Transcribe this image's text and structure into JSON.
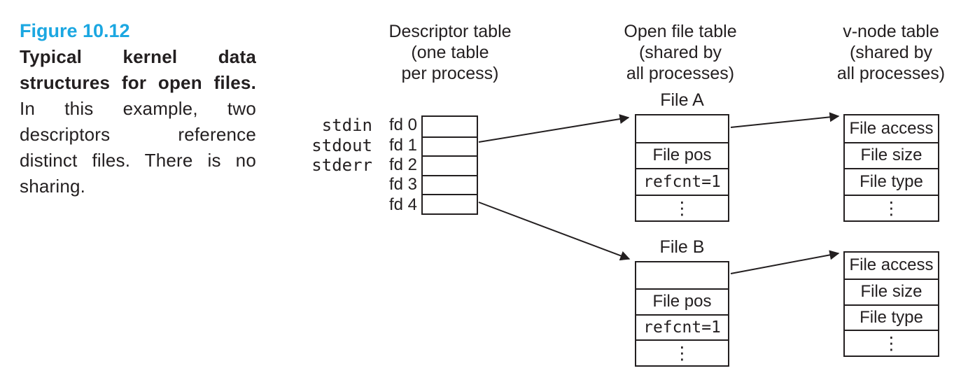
{
  "figure": {
    "label": "Figure 10.12",
    "caption_bold": "Typical kernel data structures for open files.",
    "caption_text": "In this example, two descriptors reference distinct files. There is no sharing."
  },
  "columns": {
    "descriptor": {
      "title_lines": [
        "Descriptor table",
        "(one table",
        "per process)"
      ]
    },
    "open_file": {
      "title_lines": [
        "Open file table",
        "(shared by",
        "all processes)"
      ]
    },
    "vnode": {
      "title_lines": [
        "v-node table",
        "(shared by",
        "all processes)"
      ]
    }
  },
  "descriptor_table": {
    "std_labels": [
      "stdin",
      "stdout",
      "stderr"
    ],
    "fd_labels": [
      "fd 0",
      "fd 1",
      "fd 2",
      "fd 3",
      "fd 4"
    ]
  },
  "open_file_tables": [
    {
      "title": "File A",
      "rows": [
        "",
        "File pos",
        "refcnt=1",
        "⋮"
      ]
    },
    {
      "title": "File B",
      "rows": [
        "",
        "File pos",
        "refcnt=1",
        "⋮"
      ]
    }
  ],
  "vnode_tables": [
    {
      "rows": [
        "File access",
        "File size",
        "File type",
        "⋮"
      ]
    },
    {
      "rows": [
        "File access",
        "File size",
        "File type",
        "⋮"
      ]
    }
  ],
  "arrows": [
    {
      "name": "fd1 to File A"
    },
    {
      "name": "File A to v-node 1"
    },
    {
      "name": "fd4 to File B"
    },
    {
      "name": "File B to v-node 2"
    }
  ],
  "colors": {
    "accent_blue": "#1BA7E1",
    "ink": "#231F20",
    "background": "#FFFFFF"
  }
}
